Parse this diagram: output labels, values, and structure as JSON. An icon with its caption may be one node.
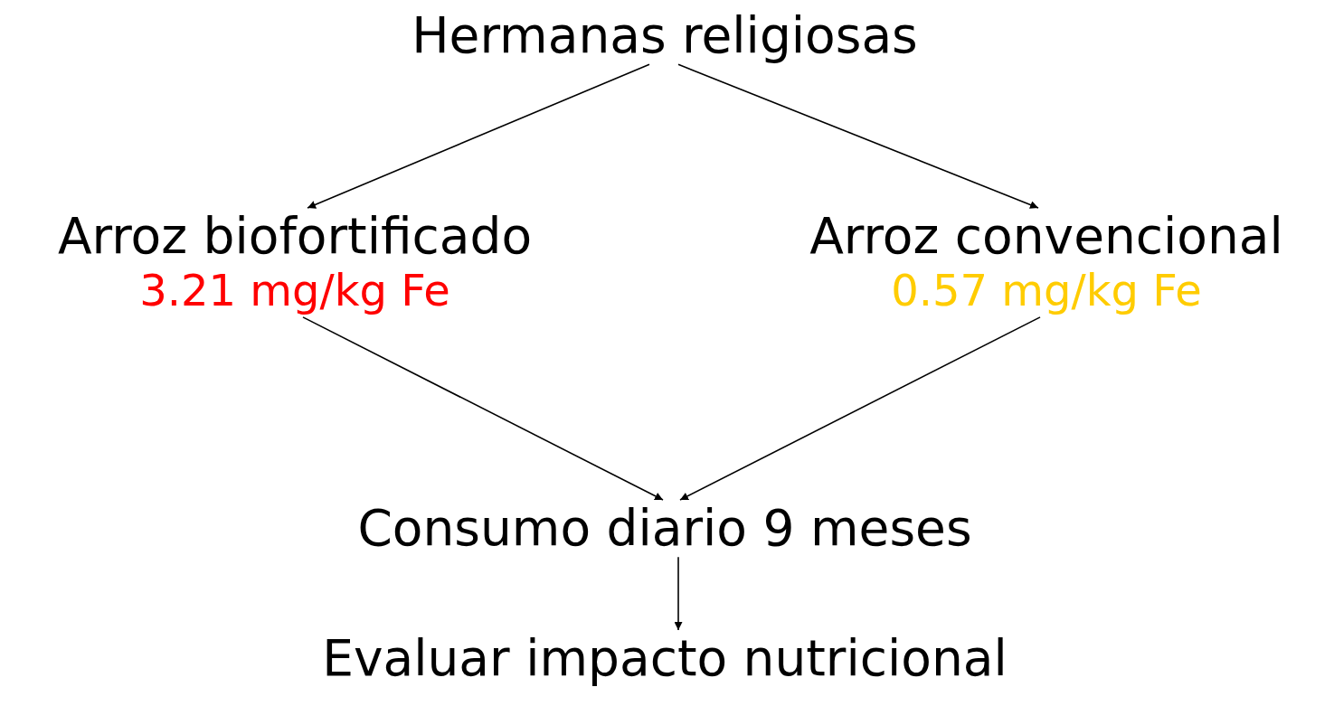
{
  "diagram": {
    "nodes": [
      {
        "text": [
          "Hermanas religiosas"
        ]
      },
      {
        "text": [
          "Arroz biofortificado",
          "3.21 mg/kg Fe"
        ]
      },
      {
        "text": [
          "Arroz convencional",
          "0.57 mg/kg Fe"
        ]
      },
      {
        "text": [
          "Consumo diario 9 meses"
        ]
      },
      {
        "text": [
          "Evaluar impacto nutricional"
        ]
      }
    ],
    "edges": [
      {
        "from": 0,
        "to": 1,
        "arrow": "to"
      },
      {
        "from": 0,
        "to": 2,
        "arrow": "to"
      },
      {
        "from": 1,
        "to": 3,
        "arrow": "to"
      },
      {
        "from": 2,
        "to": 3,
        "arrow": "to"
      },
      {
        "from": 3,
        "to": 4,
        "arrow": "to"
      }
    ]
  }
}
